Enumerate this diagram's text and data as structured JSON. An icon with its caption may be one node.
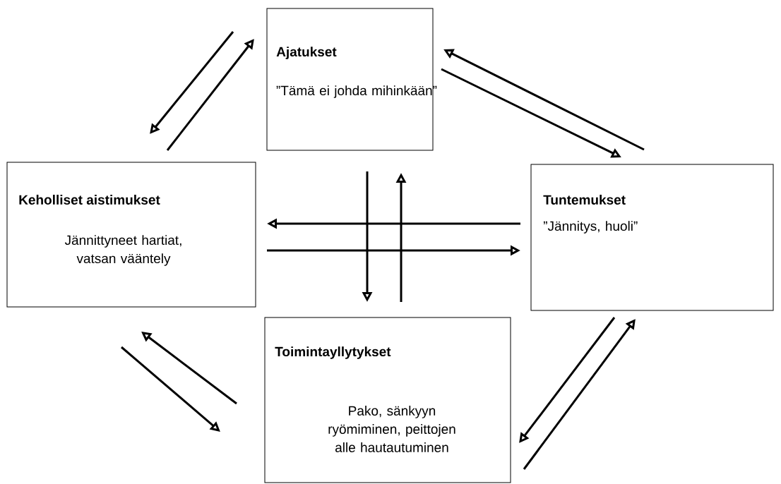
{
  "diagram": {
    "nodes": [
      {
        "text": [
          "Ajatukset",
          "”Tämä ei johda mihinkään”"
        ]
      },
      {
        "text": [
          "Keholliset aistimukset",
          "Jännittyneet hartiat, vatsan vääntely"
        ]
      },
      {
        "text": [
          "Tuntemukset",
          "”Jännitys, huoli”"
        ]
      },
      {
        "text": [
          "Toimintayllytykset",
          "Pako, sänkyyn ryömiminen, peittojen alle hautautuminen"
        ]
      }
    ],
    "edges": [
      {
        "from": 0,
        "to": 1,
        "arrow": "to"
      },
      {
        "from": 1,
        "to": 0,
        "arrow": "to"
      },
      {
        "from": 0,
        "to": 2,
        "arrow": "to"
      },
      {
        "from": 2,
        "to": 0,
        "arrow": "to"
      },
      {
        "from": 2,
        "to": 3,
        "arrow": "to"
      },
      {
        "from": 3,
        "to": 2,
        "arrow": "to"
      },
      {
        "from": 3,
        "to": 1,
        "arrow": "to"
      },
      {
        "from": 1,
        "to": 3,
        "arrow": "to"
      },
      {
        "from": 0,
        "to": 3,
        "arrow": "to"
      },
      {
        "from": 3,
        "to": 0,
        "arrow": "to"
      },
      {
        "from": 2,
        "to": 1,
        "arrow": "to"
      },
      {
        "from": 1,
        "to": 2,
        "arrow": "to"
      }
    ]
  }
}
